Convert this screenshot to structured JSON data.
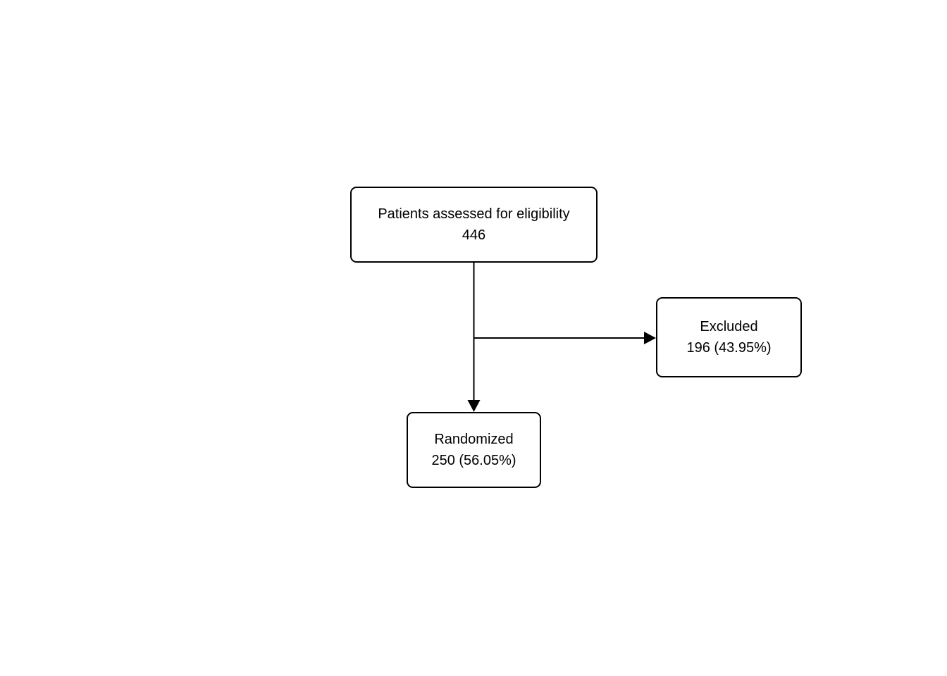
{
  "diagram": {
    "type": "flowchart",
    "nodes": [
      {
        "id": "assessed",
        "label": "Patients assessed for eligibility",
        "value": "446"
      },
      {
        "id": "excluded",
        "label": "Excluded",
        "value": "196 (43.95%)"
      },
      {
        "id": "randomized",
        "label": "Randomized",
        "value": "250 (56.05%)"
      }
    ],
    "edges": [
      {
        "from": "assessed",
        "to": "randomized",
        "direction": "down"
      },
      {
        "from": "assessed",
        "to": "excluded",
        "direction": "right"
      }
    ],
    "colors": {
      "background": "#ffffff",
      "box_fill": "#ffffff",
      "box_border": "#000000",
      "text": "#000000",
      "arrow": "#000000"
    }
  }
}
